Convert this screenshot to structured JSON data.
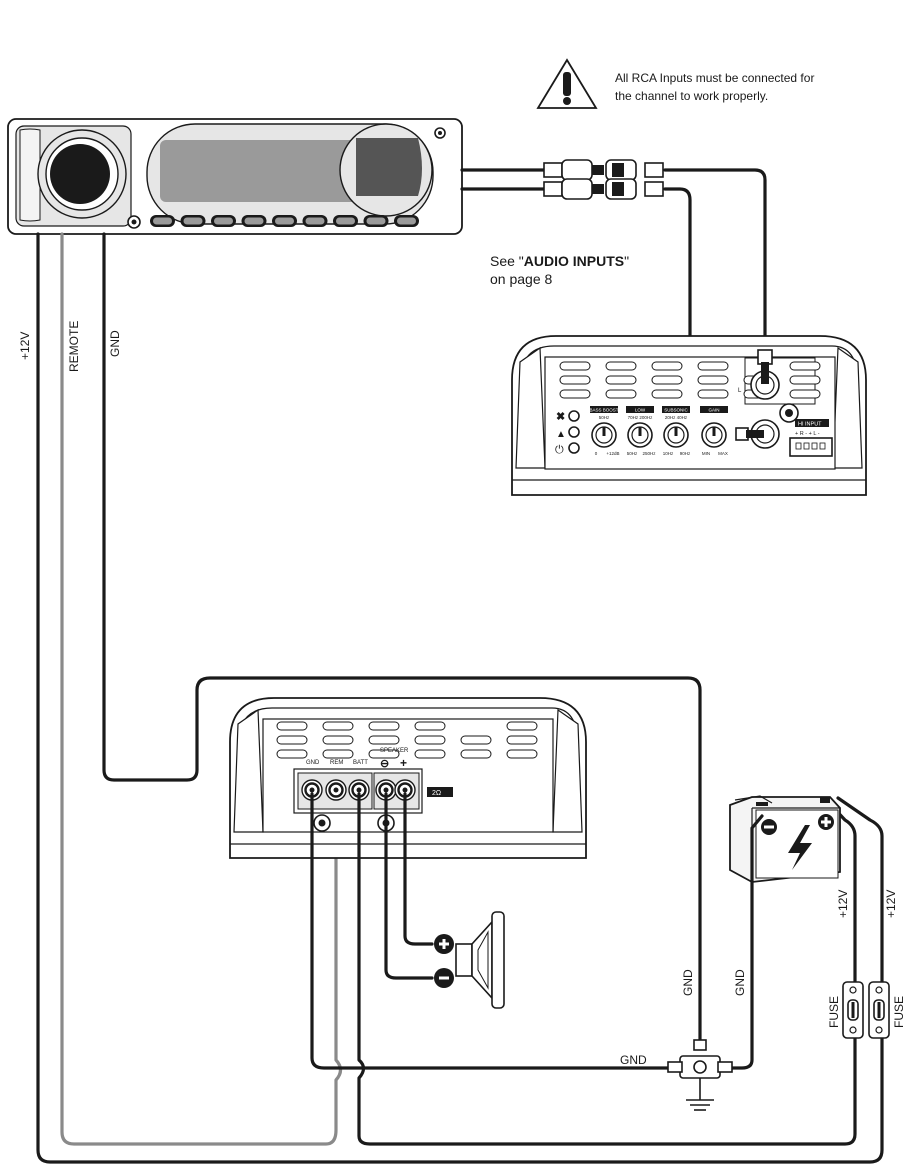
{
  "warning": {
    "icon": "warning-icon",
    "line1": "All RCA Inputs must be connected for",
    "line2": "the channel to work properly."
  },
  "audio_ref": {
    "prefix": "See \"",
    "bold": "AUDIO INPUTS",
    "suffix": "\"",
    "line2": "on page 8"
  },
  "head_unit_wires": {
    "plus12v": "+12V",
    "remote": "REMOTE",
    "gnd": "GND"
  },
  "amp_top": {
    "channel_label": "L",
    "knobs": [
      {
        "label": "BASS BOOST",
        "top": "50Hz",
        "left": "0",
        "right": "+12dB"
      },
      {
        "label": "LOW",
        "top": "70Hz  200Hz",
        "left": "50Hz",
        "right": "250Hz"
      },
      {
        "label": "SUBSONIC",
        "top": "20Hz   40Hz",
        "left": "10Hz",
        "right": "90Hz"
      },
      {
        "label": "GAIN",
        "top": "",
        "left": "MIN",
        "right": "MAX"
      }
    ],
    "hi_input": {
      "label": "HI INPUT",
      "pins": "+ R -   + L -"
    }
  },
  "amp_bottom": {
    "terminals": [
      "GND",
      "REM",
      "BATT"
    ],
    "speaker_label": "SPEAKER",
    "minus_symbol": "⊖",
    "plus_symbol": "+",
    "impedance": "2Ω"
  },
  "battery_wires": {
    "gnd_left": "GND",
    "gnd_right": "GND",
    "gnd_horizontal": "GND",
    "plus12v_left": "+12V",
    "plus12v_right": "+12V",
    "fuse_left": "FUSE",
    "fuse_right": "FUSE"
  },
  "colors": {
    "line": "#1a1a1a",
    "remote_wire": "#8a8a8a",
    "panel_fill": "#e6e6e6",
    "display_fill": "#9a9a9a"
  }
}
